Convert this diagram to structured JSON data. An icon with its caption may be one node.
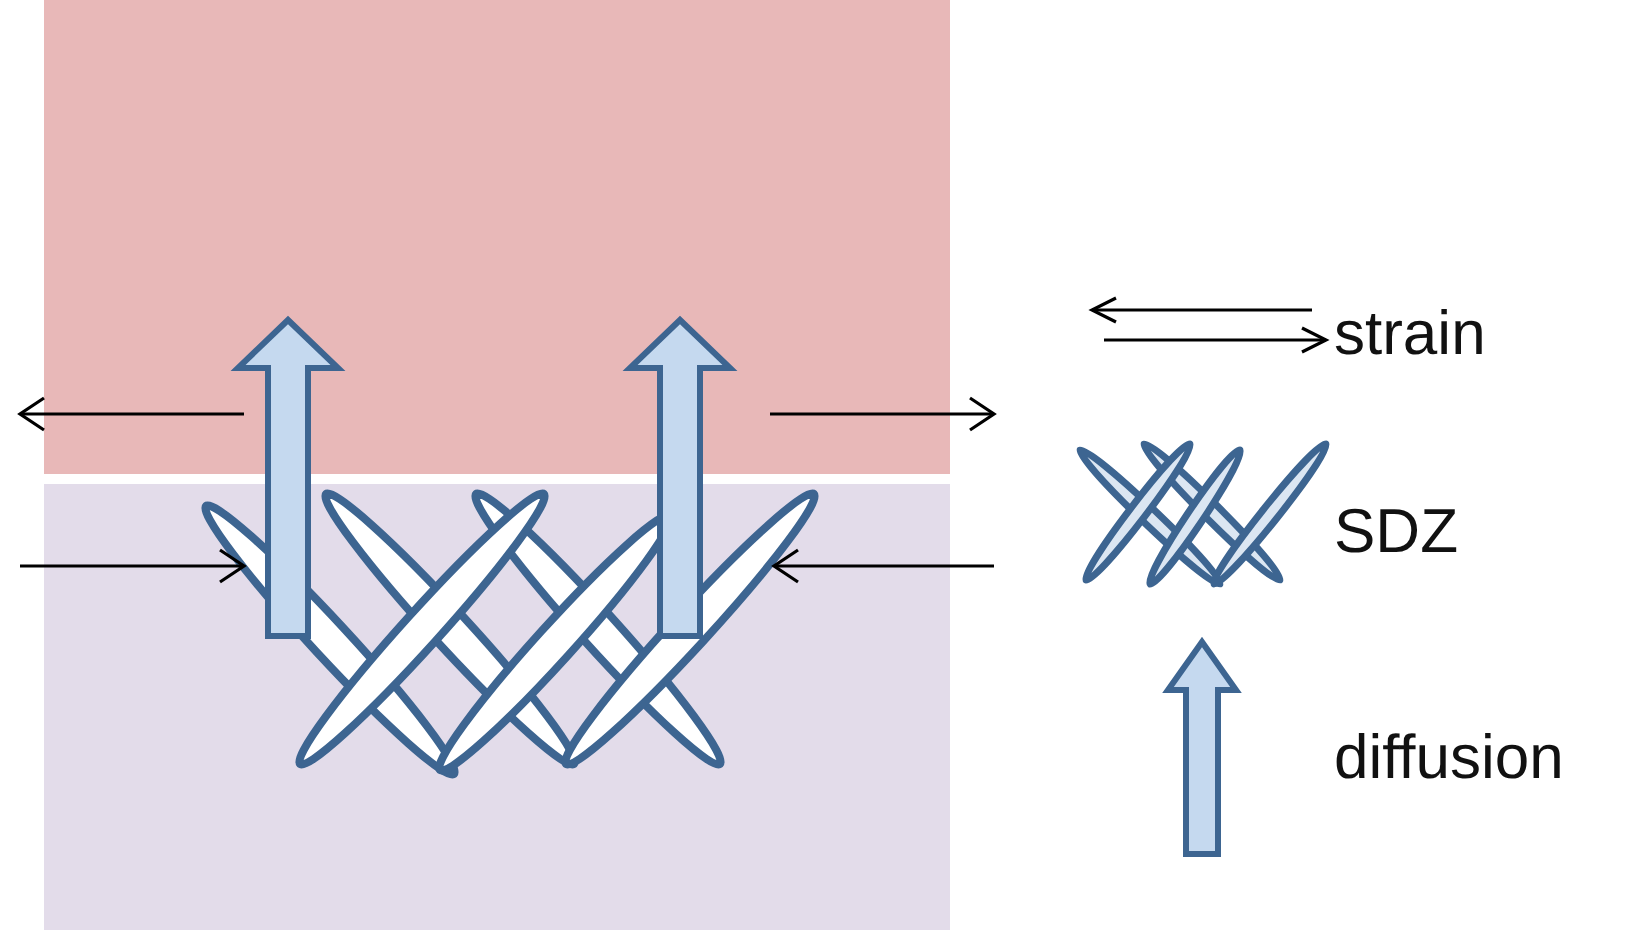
{
  "diagram": {
    "legend": [
      {
        "text": "strain"
      },
      {
        "text": "SDZ"
      },
      {
        "text": "diffusion"
      }
    ]
  }
}
